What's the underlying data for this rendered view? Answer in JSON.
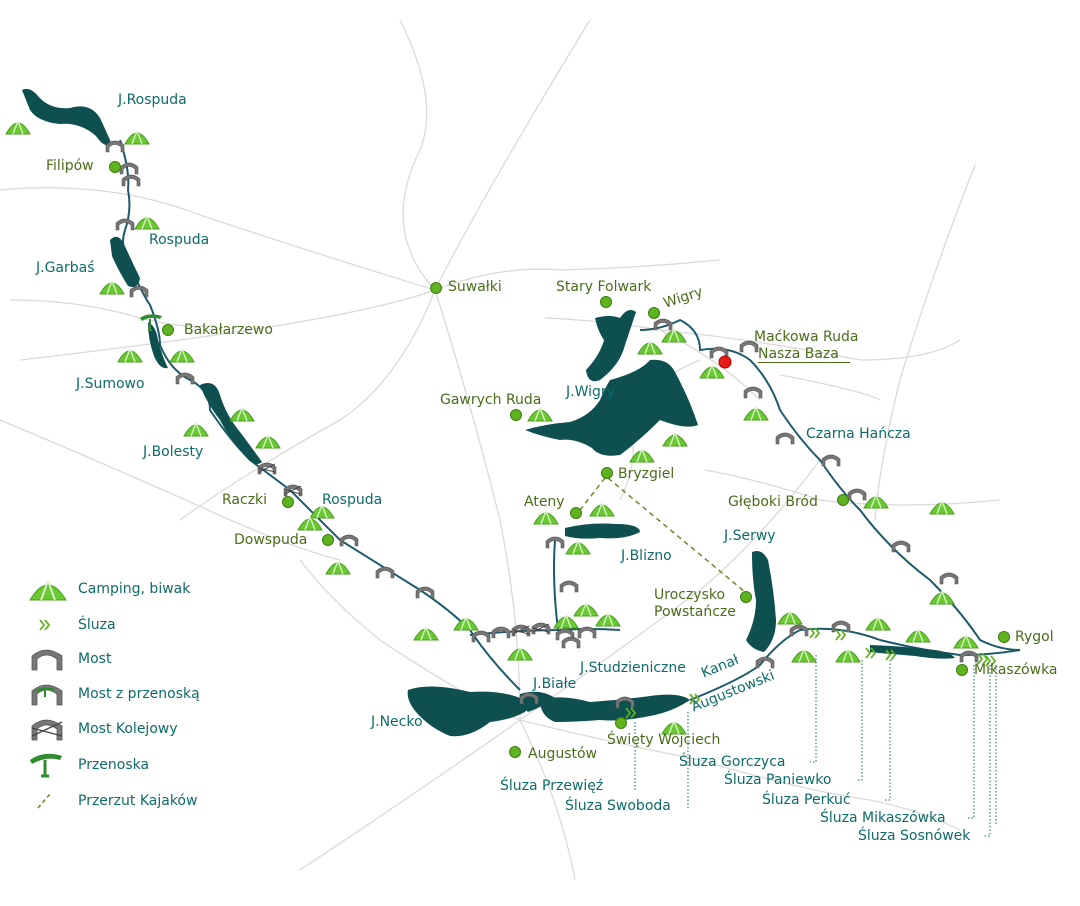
{
  "colors": {
    "water": "#0e4f4f",
    "route": "#1e5a6a",
    "camping": "#6ac834",
    "point": "#5fb31f",
    "base": "#e41b17",
    "bridge": "#6a6a6a",
    "roads": "#d8d8d8",
    "label_teal": "#0e6b6b",
    "label_olive": "#4a6d1b"
  },
  "lakes": {
    "rospuda": "J.Rospuda",
    "garbas": "J.Garbaś",
    "sumowo": "J.Sumowo",
    "bolesty": "J.Bolesty",
    "wigry": "J.Wigry",
    "blizno": "J.Blizno",
    "serwy": "J.Serwy",
    "biale": "J.Białe",
    "studzieniczne": "J.Studzieniczne",
    "necko": "J.Necko"
  },
  "rivers": {
    "rospuda_upper": "Rospuda",
    "rospuda_lower": "Rospuda",
    "czarna_hancza": "Czarna Hańcza",
    "kanal_1": "Kanał",
    "kanal_2": "Augustowski"
  },
  "places": {
    "filipow": "Filipów",
    "bakalarzewo": "Bakałarzewo",
    "raczki": "Raczki",
    "dowspuda": "Dowspuda",
    "suwalki": "Suwałki",
    "stary_folwark": "Stary Folwark",
    "wigry": "Wigry",
    "mackowa_ruda": "Maćkowa Ruda",
    "nasza_baza": "Nasza Baza",
    "gawrych_ruda": "Gawrych Ruda",
    "bryzgiel": "Bryzgiel",
    "ateny": "Ateny",
    "gleboki_brod": "Głęboki Bród",
    "uroczysko_1": "Uroczysko",
    "uroczysko_2": "Powstańcze",
    "rygol": "Rygol",
    "mikaszowka": "Mikaszówka",
    "swiety_wojciech": "Święty Wojciech",
    "augustow": "Augustów"
  },
  "locks": {
    "przewiez": "Śluza Przewięź",
    "swoboda": "Śluza Swoboda",
    "gorczyca": "Śluza Gorczyca",
    "paniewko": "Śluza Paniewko",
    "perkuc": "Śluza Perkuć",
    "mikaszowka": "Śluza Mikaszówka",
    "sosnowek": "Śluza Sosnówek"
  },
  "legend": {
    "camping": {
      "label": "Camping, biwak",
      "icon": "camping-tent-icon"
    },
    "sluza": {
      "label": "Śluza",
      "icon": "lock-chevrons-icon"
    },
    "most": {
      "label": "Most",
      "icon": "bridge-icon"
    },
    "most_przenoska": {
      "label": "Most z przenoską",
      "icon": "bridge-portage-icon"
    },
    "most_kolejowy": {
      "label": "Most Kolejowy",
      "icon": "railway-bridge-icon"
    },
    "przenoska": {
      "label": "Przenoska",
      "icon": "portage-icon"
    },
    "przerzut": {
      "label": "Przerzut Kajaków",
      "icon": "dashed-line-icon"
    }
  }
}
